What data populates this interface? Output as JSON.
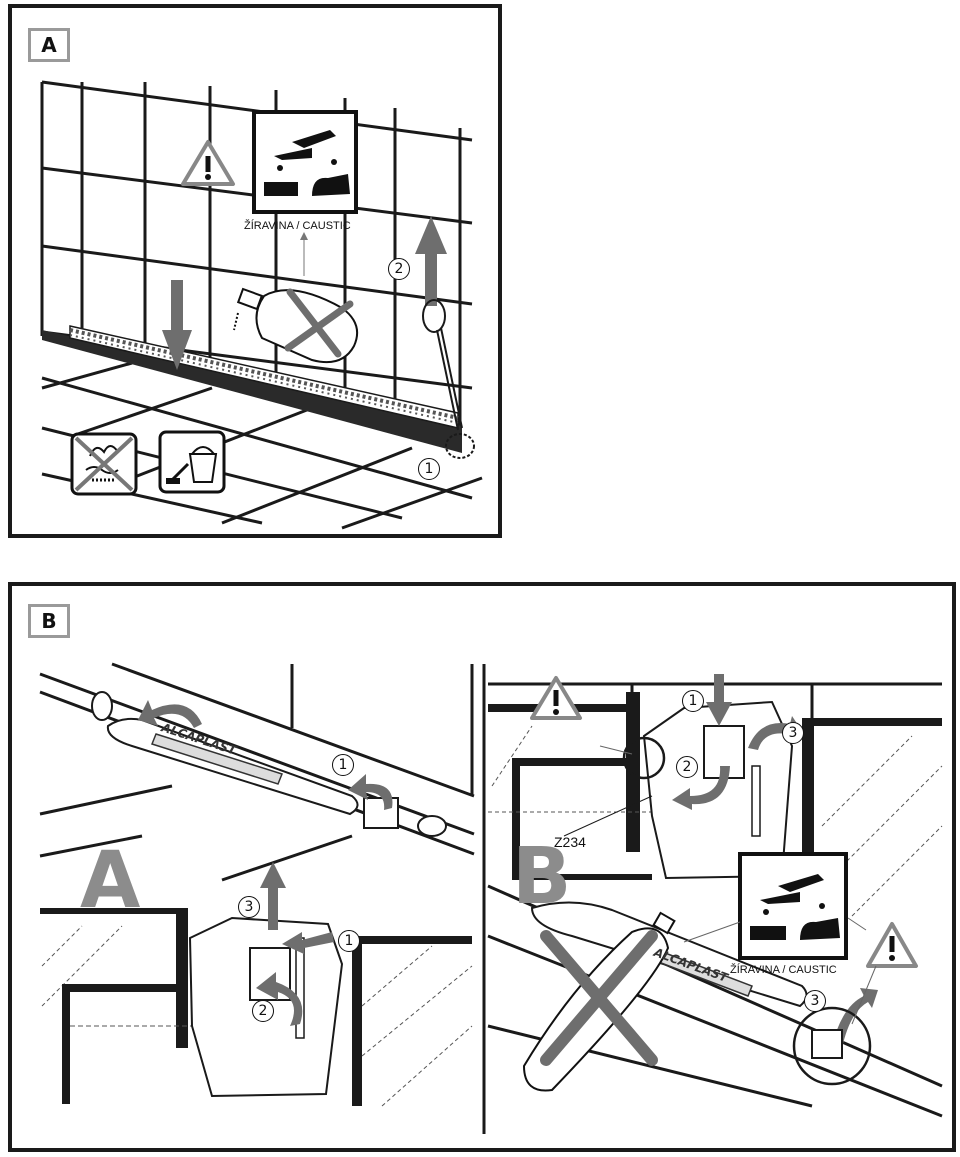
{
  "panel_a": {
    "badge": "A",
    "caustic_label": "ŽÍRAVINA / CAUSTIC",
    "steps": [
      "1",
      "2"
    ]
  },
  "panel_b": {
    "badge": "B",
    "sub_a_letter": "A",
    "sub_b_letter": "B",
    "brand_text": "ALCAPLAST",
    "model_code": "Z234",
    "caustic_label": "ŽÍRAVINA / CAUSTIC",
    "sub_a_steps": [
      "1",
      "1",
      "2",
      "3"
    ],
    "sub_b_steps": [
      "1",
      "2",
      "3",
      "3"
    ]
  },
  "icons": [
    "warning-triangle-icon",
    "corrosive-hazard-icon",
    "no-chemicals-icon",
    "bucket-mop-icon",
    "cross-icon"
  ],
  "colors": {
    "line": "#1a1a1a",
    "arrow_gray": "#6e6e6e",
    "letter_gray": "#8c8c8c"
  }
}
